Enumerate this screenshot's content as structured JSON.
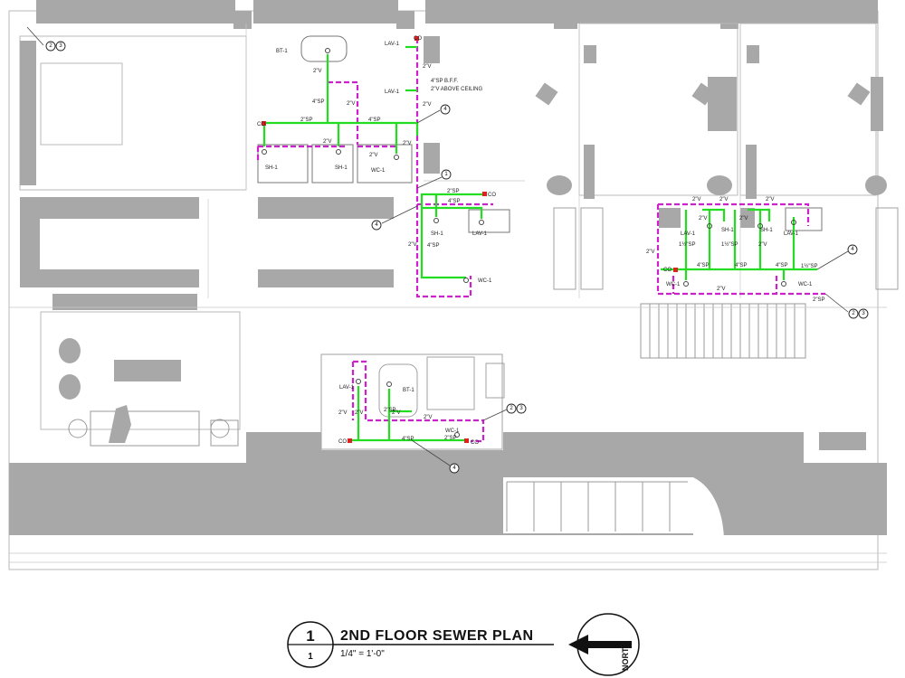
{
  "drawing": {
    "title": "2ND FLOOR SEWER PLAN",
    "detail_number": "1",
    "sheet_number": "1",
    "scale": "1/4\" = 1'-0\"",
    "north_label": "NORTH"
  },
  "fixtures": [
    "BT-1",
    "LAV-1",
    "LAV-1",
    "SH-1",
    "SH-1",
    "WC-1",
    "SH-1",
    "LAV-1",
    "WC-1",
    "LAV-1",
    "SH-1",
    "SH-1",
    "LAV-1",
    "WC-1",
    "WC-1",
    "LAV-1",
    "BT-1",
    "WC-1"
  ],
  "pipe_labels": [
    "2\"V",
    "2\"V",
    "4\"SP",
    "2\"SP",
    "2\"V",
    "2\"V",
    "2\"V",
    "4\"SP",
    "2\"V",
    "2\"V",
    "2\"SP",
    "4\"SP",
    "2\"V",
    "4\"SP",
    "2\"V",
    "2\"V",
    "2\"V",
    "1½\"SP",
    "2\"V",
    "4\"SP",
    "4\"SP",
    "4\"SP",
    "1½\"SP",
    "2\"V",
    "2\"V",
    "1½\"SP",
    "2\"V",
    "2\"V",
    "2\"SP",
    "2\"V",
    "2\"V",
    "2\"V",
    "4\"SP",
    "2\"SP",
    "2\"V",
    "2\"SP"
  ],
  "notes": [
    "4\"SP B.F.F.",
    "2\"V ABOVE CEILING"
  ],
  "cleanouts": [
    "CO",
    "CO",
    "CO",
    "CO",
    "CO",
    "CO"
  ],
  "keynote_tags": [
    "2",
    "3",
    "4",
    "1",
    "4",
    "4",
    "2",
    "3",
    "2",
    "3",
    "4"
  ],
  "colors": {
    "sewer_pipe": "#22dd22",
    "vent_pipe": "#cc22cc",
    "fill_gray": "#a8a8a8",
    "linework": "#9a9a9a"
  }
}
